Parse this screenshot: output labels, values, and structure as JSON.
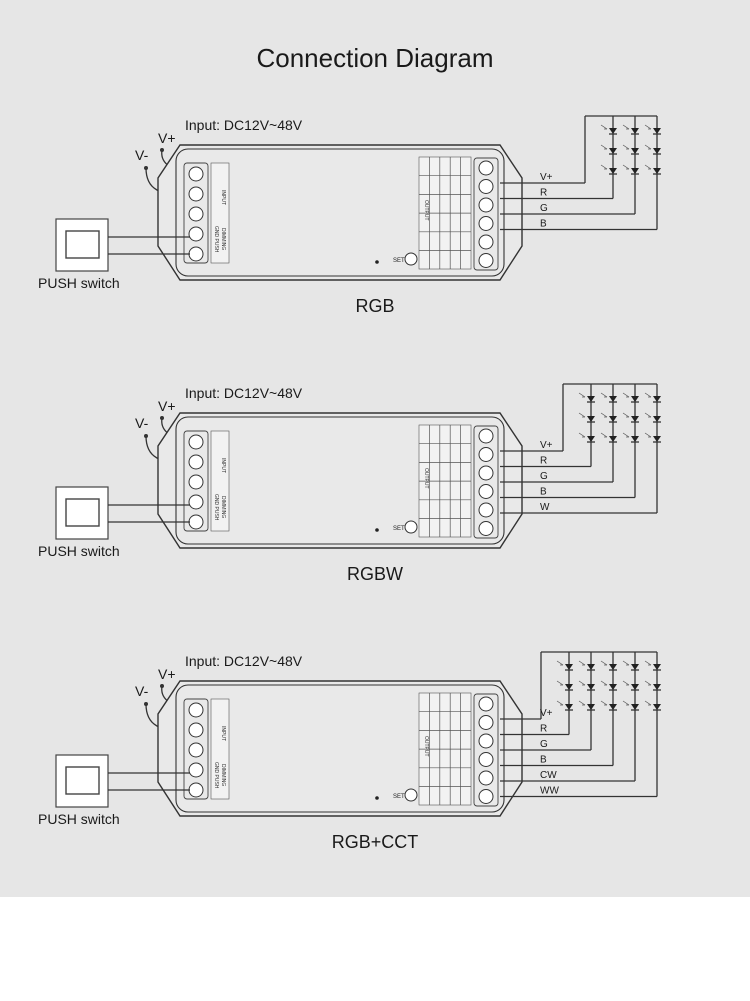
{
  "title": "Connection Diagram",
  "labels": {
    "input": "Input: DC12V~48V",
    "v_plus": "V+",
    "v_minus": "V-",
    "push_switch": "PUSH switch",
    "set_button": "SET",
    "input_block": "INPUT",
    "dimming_block": "DIMMING",
    "gnd_push": "GND PUSH",
    "output_block": "OUTPUT"
  },
  "diagrams": [
    {
      "caption": "RGB",
      "outputs": [
        "V+",
        "R",
        "G",
        "B"
      ],
      "led_columns": 3,
      "led_rows": 3
    },
    {
      "caption": "RGBW",
      "outputs": [
        "V+",
        "R",
        "G",
        "B",
        "W"
      ],
      "led_columns": 4,
      "led_rows": 3
    },
    {
      "caption": "RGB+CCT",
      "outputs": [
        "V+",
        "R",
        "G",
        "B",
        "CW",
        "WW"
      ],
      "led_columns": 5,
      "led_rows": 3
    }
  ]
}
